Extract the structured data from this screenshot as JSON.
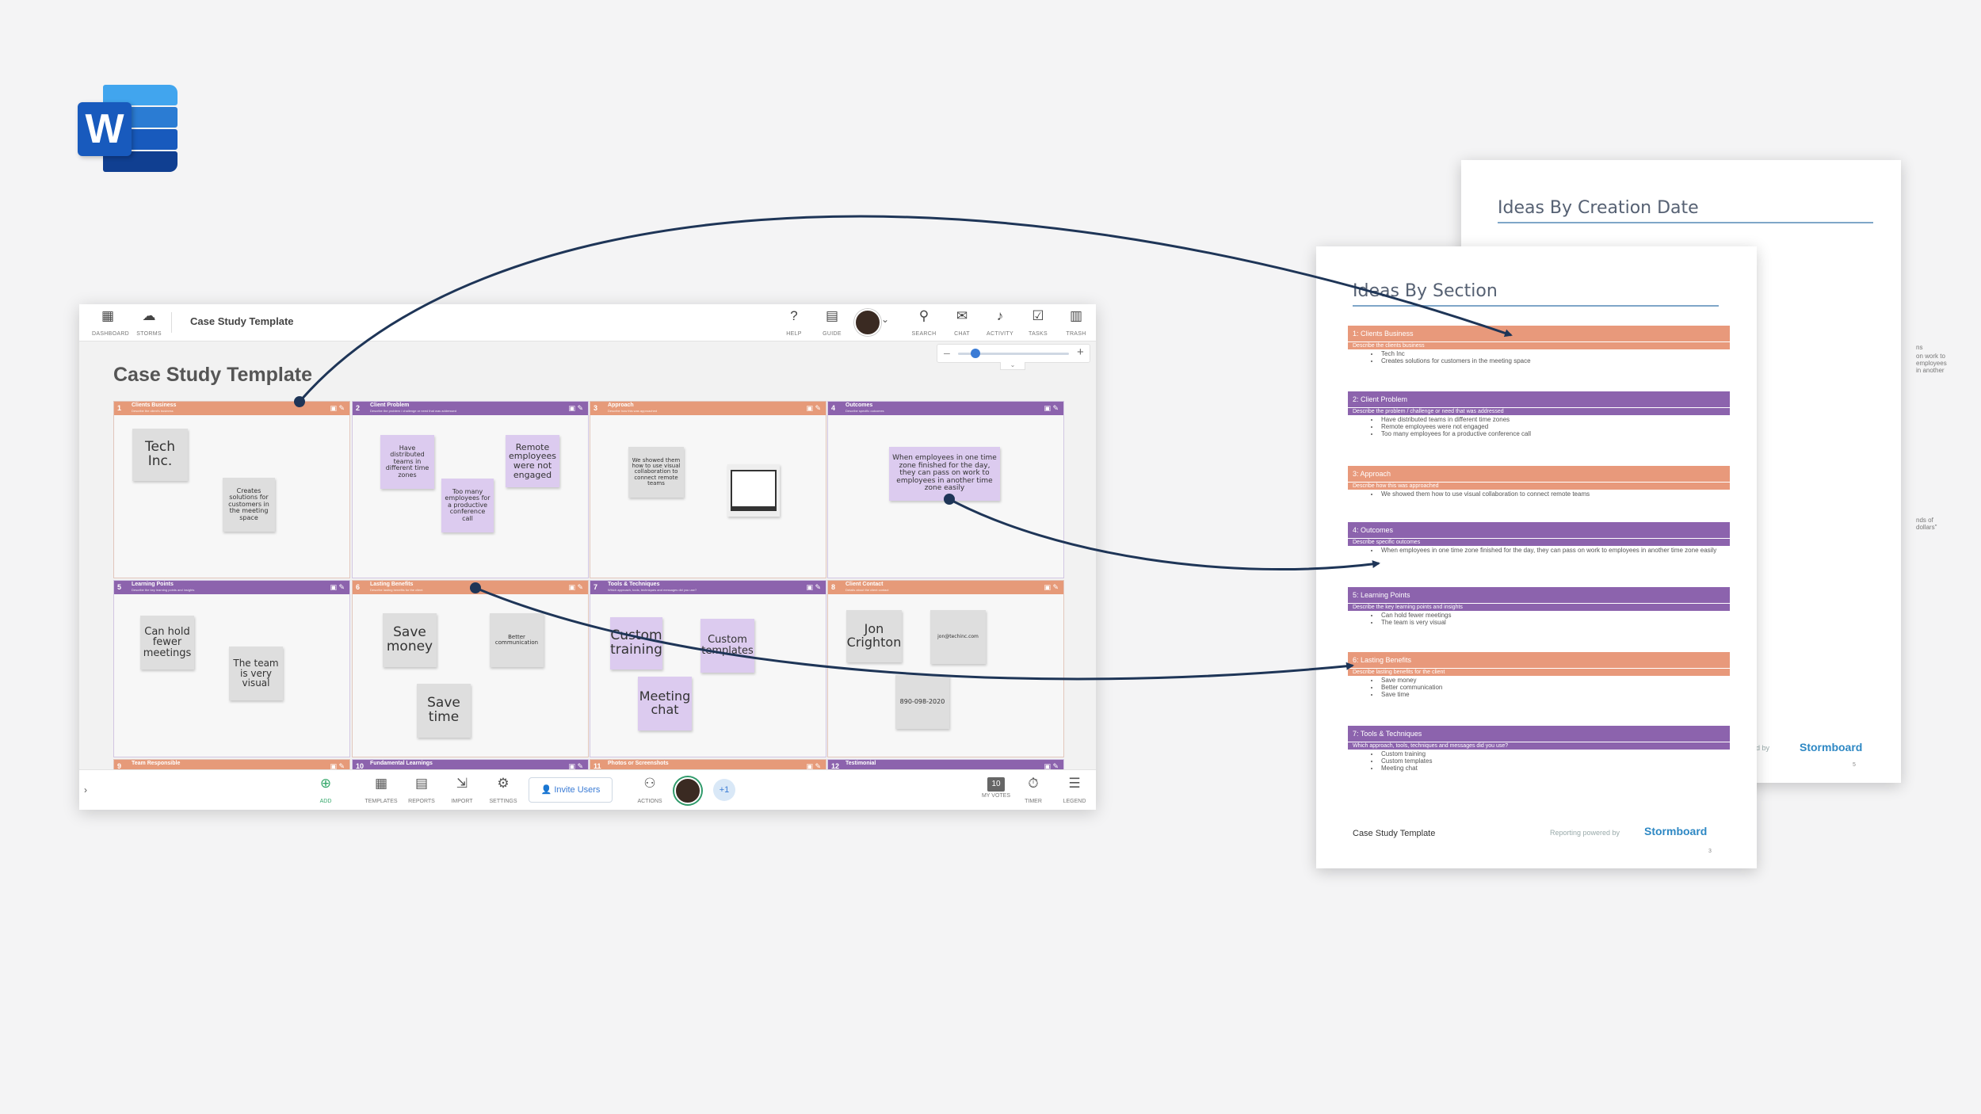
{
  "word_logo": {
    "letter": "W"
  },
  "app": {
    "topbar": {
      "left": [
        {
          "label": "DASHBOARD",
          "icon": "▦",
          "name": "dashboard-icon"
        },
        {
          "label": "STORMS",
          "icon": "☁",
          "name": "storms-icon"
        }
      ],
      "title": "Case Study Template",
      "right": [
        {
          "label": "HELP",
          "icon": "?",
          "name": "help-icon"
        },
        {
          "label": "GUIDE",
          "icon": "▤",
          "name": "guide-icon"
        },
        {
          "label": "SEARCH",
          "icon": "⚲",
          "name": "search-icon"
        },
        {
          "label": "CHAT",
          "icon": "✉",
          "name": "chat-icon"
        },
        {
          "label": "ACTIVITY",
          "icon": "♪",
          "name": "activity-bell-icon"
        },
        {
          "label": "TASKS",
          "icon": "☑",
          "name": "tasks-icon"
        },
        {
          "label": "TRASH",
          "icon": "▥",
          "name": "trash-icon"
        }
      ]
    },
    "board_title": "Case Study Template",
    "sections": [
      {
        "num": "1",
        "name": "Clients Business",
        "desc": "Describe the client's business",
        "color": "org"
      },
      {
        "num": "2",
        "name": "Client Problem",
        "desc": "Describe the problem / challenge or need that was addressed",
        "color": "pur"
      },
      {
        "num": "3",
        "name": "Approach",
        "desc": "Describe how this was approached",
        "color": "org"
      },
      {
        "num": "4",
        "name": "Outcomes",
        "desc": "Describe specific outcomes",
        "color": "pur"
      },
      {
        "num": "5",
        "name": "Learning Points",
        "desc": "Describe the key learning points and insights",
        "color": "pur"
      },
      {
        "num": "6",
        "name": "Lasting Benefits",
        "desc": "Describe lasting benefits for the client",
        "color": "org"
      },
      {
        "num": "7",
        "name": "Tools & Techniques",
        "desc": "Which approach, tools, techniques and messages did you use?",
        "color": "pur"
      },
      {
        "num": "8",
        "name": "Client Contact",
        "desc": "Details about the client contact",
        "color": "org"
      },
      {
        "num": "9",
        "name": "Team Responsible",
        "desc": "",
        "color": "org"
      },
      {
        "num": "10",
        "name": "Fundamental Learnings",
        "desc": "",
        "color": "pur"
      },
      {
        "num": "11",
        "name": "Photos or Screenshots",
        "desc": "",
        "color": "org"
      },
      {
        "num": "12",
        "name": "Testimonial",
        "desc": "",
        "color": "pur"
      }
    ],
    "notes": {
      "tech_inc": "Tech Inc.",
      "creates_solutions": "Creates solutions for customers in the meeting space",
      "have_distributed": "Have distributed teams in different time zones",
      "remote_employees": "Remote employees were not engaged",
      "too_many": "Too many employees for a productive conference call",
      "we_showed": "We showed them how to use visual collaboration to connect remote teams",
      "when_employees": "When employees in one time zone finished for the day, they can pass on work to employees in another time zone easily",
      "fewer_meetings": "Can hold fewer meetings",
      "team_visual": "The team is very visual",
      "save_money": "Save money",
      "better_comm": "Better communication",
      "save_time": "Save time",
      "custom_training": "Custom training",
      "custom_templates": "Custom templates",
      "meeting_chat": "Meeting chat",
      "jon_crighton": "Jon Crighton",
      "email": "jon@techinc.com",
      "phone": "890-098-2020"
    },
    "bottombar": {
      "items": [
        {
          "label": "ADD",
          "icon": "⊕",
          "name": "add-icon"
        },
        {
          "label": "TEMPLATES",
          "icon": "▦",
          "name": "templates-icon"
        },
        {
          "label": "REPORTS",
          "icon": "▤",
          "name": "reports-icon"
        },
        {
          "label": "IMPORT",
          "icon": "⇲",
          "name": "import-icon"
        },
        {
          "label": "SETTINGS",
          "icon": "⚙",
          "name": "settings-icon"
        }
      ],
      "invite": "Invite Users",
      "actions_label": "ACTIONS",
      "plus_users": "+1",
      "votes_count": "10",
      "votes_label": "MY VOTES",
      "timer_label": "TIMER",
      "legend_label": "LEGEND"
    }
  },
  "report_back": {
    "title": "Ideas By Creation Date",
    "peek1": "ns",
    "peek2": "on work to employees in another",
    "peek3": "nds of dollars\"",
    "powered": "d by",
    "brand": "Stormboard",
    "page_num": "5"
  },
  "report_front": {
    "title": "Ideas By Section",
    "sections": [
      {
        "head": "1: Clients Business",
        "sub": "Describe the clients business",
        "items": [
          "Tech Inc",
          "Creates solutions for customers in the meeting space"
        ],
        "color": "org"
      },
      {
        "head": "2: Client Problem",
        "sub": "Describe the problem / challenge or need that was addressed",
        "items": [
          "Have distributed teams in different time zones",
          "Remote employees were not engaged",
          "Too many employees for a productive conference call"
        ],
        "color": "pur"
      },
      {
        "head": "3: Approach",
        "sub": "Describe how this was approached",
        "items": [
          "We showed them how to use visual collaboration to connect remote teams"
        ],
        "color": "org"
      },
      {
        "head": "4: Outcomes",
        "sub": "Describe specific outcomes",
        "items": [
          "When employees in one time zone finished for the day, they can pass on work to employees in another time zone easily"
        ],
        "color": "pur"
      },
      {
        "head": "5: Learning Points",
        "sub": "Describe the key learning points and insights",
        "items": [
          "Can hold fewer meetings",
          "The team is very visual"
        ],
        "color": "pur"
      },
      {
        "head": "6: Lasting Benefits",
        "sub": "Describe lasting benefits for the client",
        "items": [
          "Save money",
          "Better communication",
          "Save time"
        ],
        "color": "org"
      },
      {
        "head": "7: Tools & Techniques",
        "sub": "Which approach, tools, techniques and messages did you use?",
        "items": [
          "Custom training",
          "Custom templates",
          "Meeting chat"
        ],
        "color": "pur"
      }
    ],
    "footer": "Case Study Template",
    "powered": "Reporting powered by",
    "brand": "Stormboard",
    "page_num": "3"
  },
  "colors": {
    "orange": "#e69a79",
    "purple": "#8c63ad",
    "arrow": "#1e3557",
    "accent": "#3a7bd5"
  }
}
